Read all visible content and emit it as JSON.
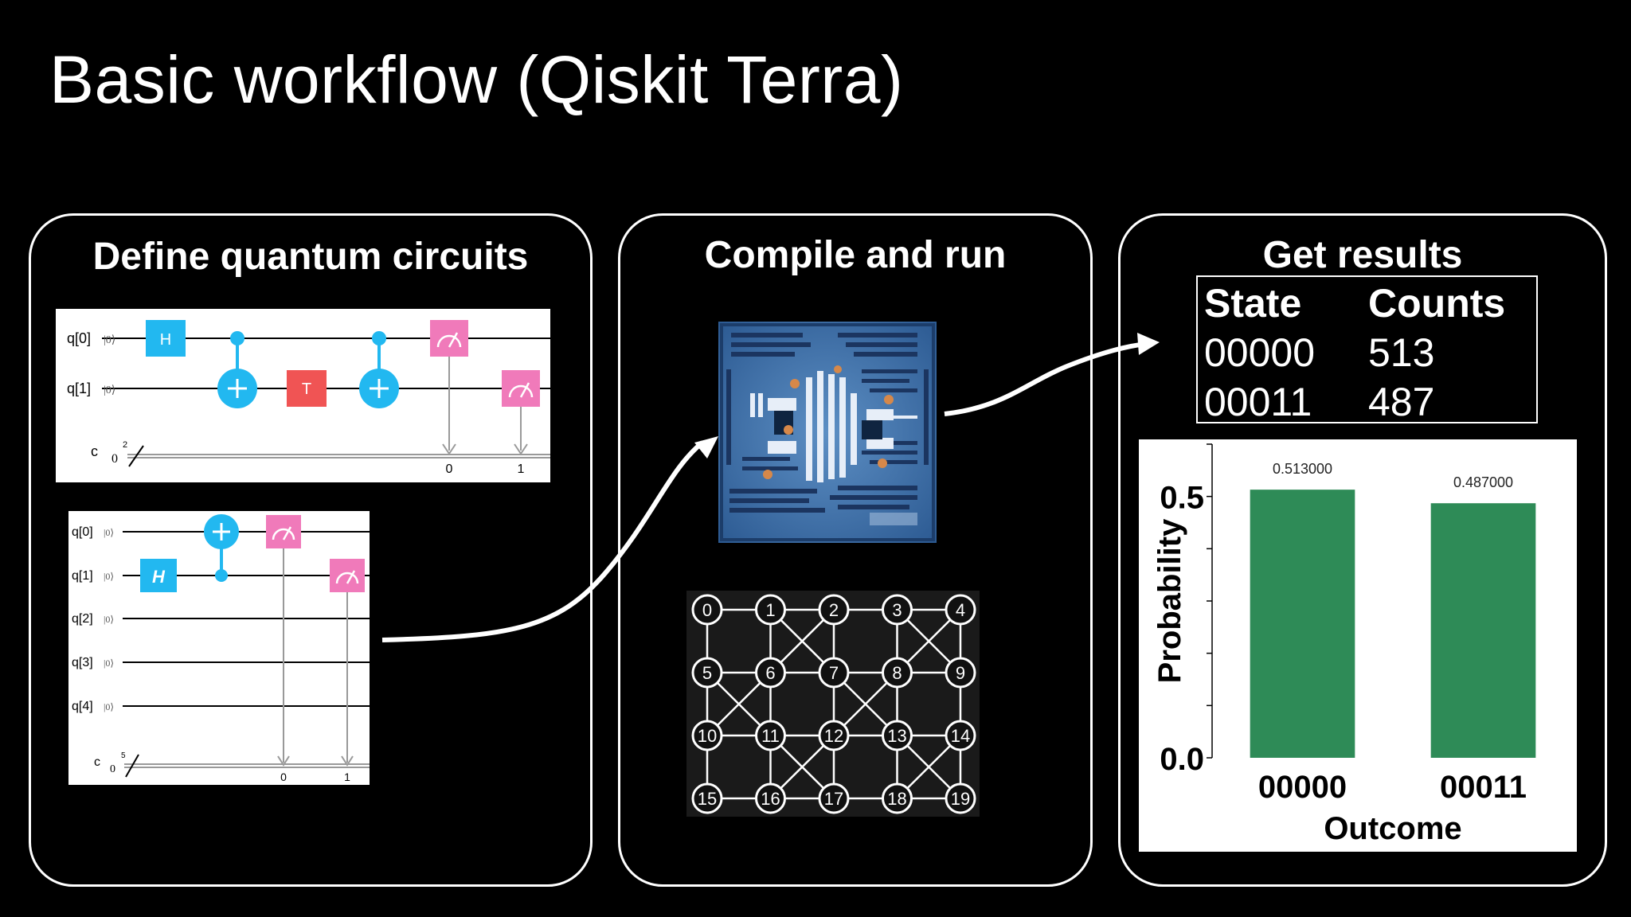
{
  "slide": {
    "title": "Basic workflow (Qiskit Terra)"
  },
  "panels": {
    "define": {
      "title": "Define quantum circuits"
    },
    "compile": {
      "title": "Compile and run"
    },
    "results": {
      "title": "Get results"
    }
  },
  "circuit1": {
    "qubits": [
      "q[0]",
      "q[1]"
    ],
    "init_state": "|0⟩",
    "classical_label": "c",
    "classical_init": "0",
    "classical_size": "2",
    "gates": [
      "H",
      "T"
    ],
    "measure_indices": [
      "0",
      "1"
    ]
  },
  "circuit2": {
    "qubits": [
      "q[0]",
      "q[1]",
      "q[2]",
      "q[3]",
      "q[4]"
    ],
    "init_state": "|0⟩",
    "classical_label": "c",
    "classical_init": "0",
    "classical_size": "5",
    "gates": [
      "H"
    ],
    "measure_indices": [
      "0",
      "1"
    ]
  },
  "coupling_map": {
    "nodes": [
      "0",
      "1",
      "2",
      "3",
      "4",
      "5",
      "6",
      "7",
      "8",
      "9",
      "10",
      "11",
      "12",
      "13",
      "14",
      "15",
      "16",
      "17",
      "18",
      "19"
    ]
  },
  "results_table": {
    "headers": [
      "State",
      "Counts"
    ],
    "rows": [
      {
        "state": "00000",
        "count": "513"
      },
      {
        "state": "00011",
        "count": "487"
      }
    ]
  },
  "chart_data": {
    "type": "bar",
    "categories": [
      "00000",
      "00011"
    ],
    "values": [
      0.513,
      0.487
    ],
    "data_labels": [
      "0.513000",
      "0.487000"
    ],
    "xlabel": "Outcome",
    "ylabel": "Probability",
    "yticks": [
      "0.0",
      "0.5"
    ],
    "ylim": [
      0,
      0.6
    ],
    "bar_color": "#2e8b57"
  },
  "colors": {
    "background": "#000000",
    "hadamard": "#22b8f0",
    "cnot": "#22b8f0",
    "t_gate": "#f05454",
    "measure": "#f07aba"
  }
}
